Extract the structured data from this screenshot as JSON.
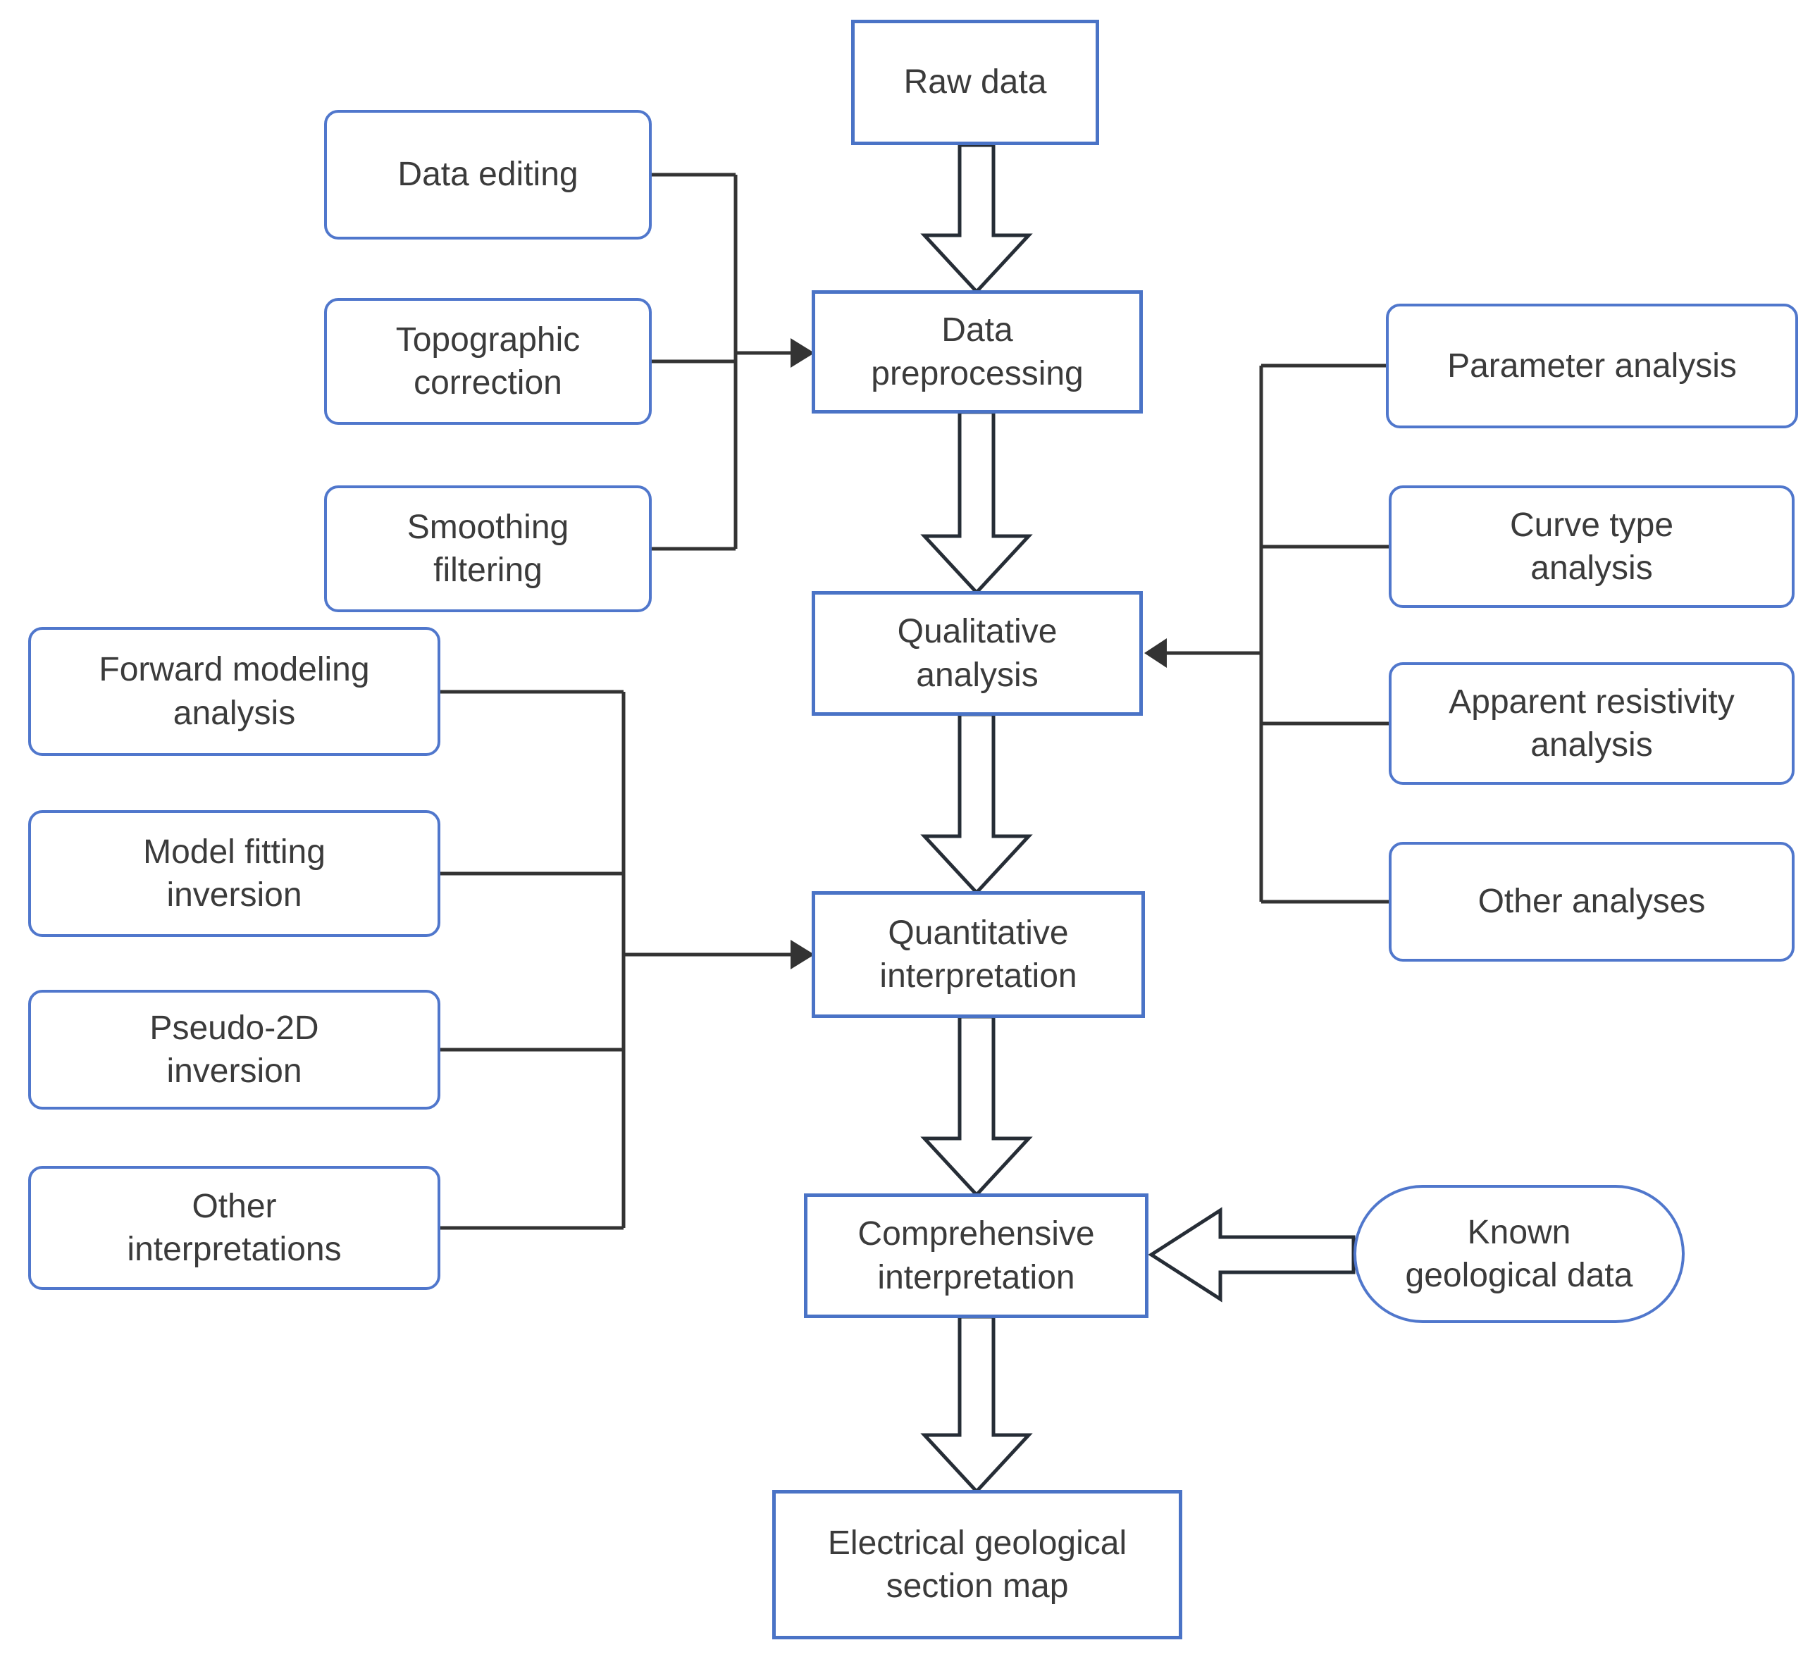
{
  "colors": {
    "box_border": "#4a73c6",
    "side_border": "#5077cc",
    "line": "#333333",
    "arrow_outline": "#262d36",
    "text": "#3b3b3b",
    "background": "#ffffff"
  },
  "nodes": {
    "raw_data": "Raw data",
    "data_preprocessing": "Data\npreprocessing",
    "qualitative_analysis": "Qualitative\nanalysis",
    "quantitative_interpretation": "Quantitative\ninterpretation",
    "comprehensive_interpretation": "Comprehensive\ninterpretation",
    "electrical_geological_section_map": "Electrical geological\nsection map",
    "data_editing": "Data editing",
    "topographic_correction": "Topographic\ncorrection",
    "smoothing_filtering": "Smoothing\nfiltering",
    "forward_modeling_analysis": "Forward modeling\nanalysis",
    "model_fitting_inversion": "Model fitting\ninversion",
    "pseudo_2d_inversion": "Pseudo-2D\ninversion",
    "other_interpretations": "Other\ninterpretations",
    "parameter_analysis": "Parameter analysis",
    "curve_type_analysis": "Curve type\nanalysis",
    "apparent_resistivity_analysis": "Apparent resistivity\nanalysis",
    "other_analyses": "Other analyses",
    "known_geological_data": "Known\ngeological data"
  },
  "edges": [
    {
      "from": "raw_data",
      "to": "data_preprocessing",
      "type": "block-arrow"
    },
    {
      "from": "data_editing",
      "to": "data_preprocessing",
      "type": "line-arrow"
    },
    {
      "from": "topographic_correction",
      "to": "data_preprocessing",
      "type": "line-arrow"
    },
    {
      "from": "smoothing_filtering",
      "to": "data_preprocessing",
      "type": "line-arrow"
    },
    {
      "from": "data_preprocessing",
      "to": "qualitative_analysis",
      "type": "block-arrow"
    },
    {
      "from": "parameter_analysis",
      "to": "qualitative_analysis",
      "type": "line-arrow"
    },
    {
      "from": "curve_type_analysis",
      "to": "qualitative_analysis",
      "type": "line-arrow"
    },
    {
      "from": "apparent_resistivity_analysis",
      "to": "qualitative_analysis",
      "type": "line-arrow"
    },
    {
      "from": "other_analyses",
      "to": "qualitative_analysis",
      "type": "line-arrow"
    },
    {
      "from": "qualitative_analysis",
      "to": "quantitative_interpretation",
      "type": "block-arrow"
    },
    {
      "from": "forward_modeling_analysis",
      "to": "quantitative_interpretation",
      "type": "line-arrow"
    },
    {
      "from": "model_fitting_inversion",
      "to": "quantitative_interpretation",
      "type": "line-arrow"
    },
    {
      "from": "pseudo_2d_inversion",
      "to": "quantitative_interpretation",
      "type": "line-arrow"
    },
    {
      "from": "other_interpretations",
      "to": "quantitative_interpretation",
      "type": "line-arrow"
    },
    {
      "from": "quantitative_interpretation",
      "to": "comprehensive_interpretation",
      "type": "block-arrow"
    },
    {
      "from": "known_geological_data",
      "to": "comprehensive_interpretation",
      "type": "block-arrow"
    },
    {
      "from": "comprehensive_interpretation",
      "to": "electrical_geological_section_map",
      "type": "block-arrow"
    }
  ]
}
